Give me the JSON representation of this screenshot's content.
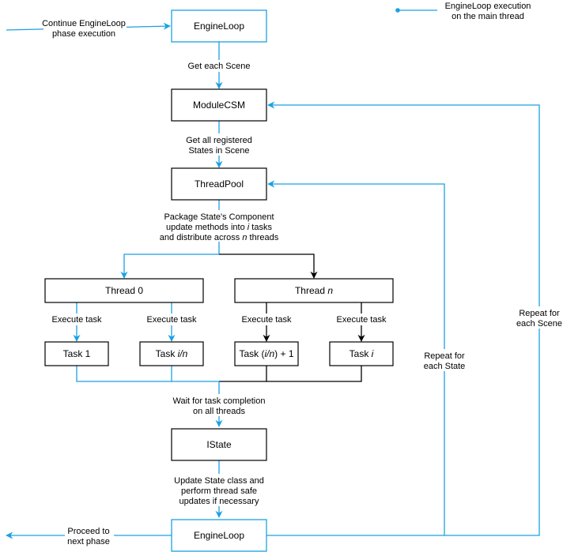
{
  "legend": {
    "label_line1": "EngineLoop execution",
    "label_line2": "on the main thread"
  },
  "nodes": {
    "engineloop_top": "EngineLoop",
    "module_csm": "ModuleCSM",
    "thread_pool": "ThreadPool",
    "thread_0": "Thread 0",
    "thread_n_prefix": "Thread ",
    "thread_n_var": "n",
    "task_1": "Task 1",
    "task_i_over_n_prefix": "Task ",
    "task_i_over_n_var": "i/n",
    "task_i_over_n_plus_prefix": "Task (",
    "task_i_over_n_plus_var": "i/n",
    "task_i_over_n_plus_suffix": ") + 1",
    "task_i_prefix": "Task ",
    "task_i_var": "i",
    "istate": "IState",
    "engineloop_bottom": "EngineLoop"
  },
  "labels": {
    "continue_line1": "Continue EngineLoop",
    "continue_line2": "phase execution",
    "get_each_scene": "Get each Scene",
    "get_states_line1": "Get all registered",
    "get_states_line2": "States in Scene",
    "package_line1": "Package State's Component",
    "package_line2_a": "update methods into ",
    "package_line2_var": "i",
    "package_line2_b": " tasks",
    "package_line3_a": "and distribute across ",
    "package_line3_var": "n",
    "package_line3_b": " threads",
    "execute_task_1": "Execute task",
    "execute_task_2": "Execute task",
    "execute_task_3": "Execute task",
    "execute_task_4": "Execute task",
    "wait_line1": "Wait for task completion",
    "wait_line2": "on all threads",
    "update_line1": "Update State class and",
    "update_line2": "perform thread safe",
    "update_line3": "updates if necessary",
    "proceed_line1": "Proceed to",
    "proceed_line2": "next phase",
    "repeat_state_line1": "Repeat for",
    "repeat_state_line2": "each State",
    "repeat_scene_line1": "Repeat for",
    "repeat_scene_line2": "each Scene"
  },
  "colors": {
    "main_thread": "#1ba1e2",
    "worker_thread": "#000000",
    "node_border": "#000000",
    "node_fill": "#ffffff"
  }
}
